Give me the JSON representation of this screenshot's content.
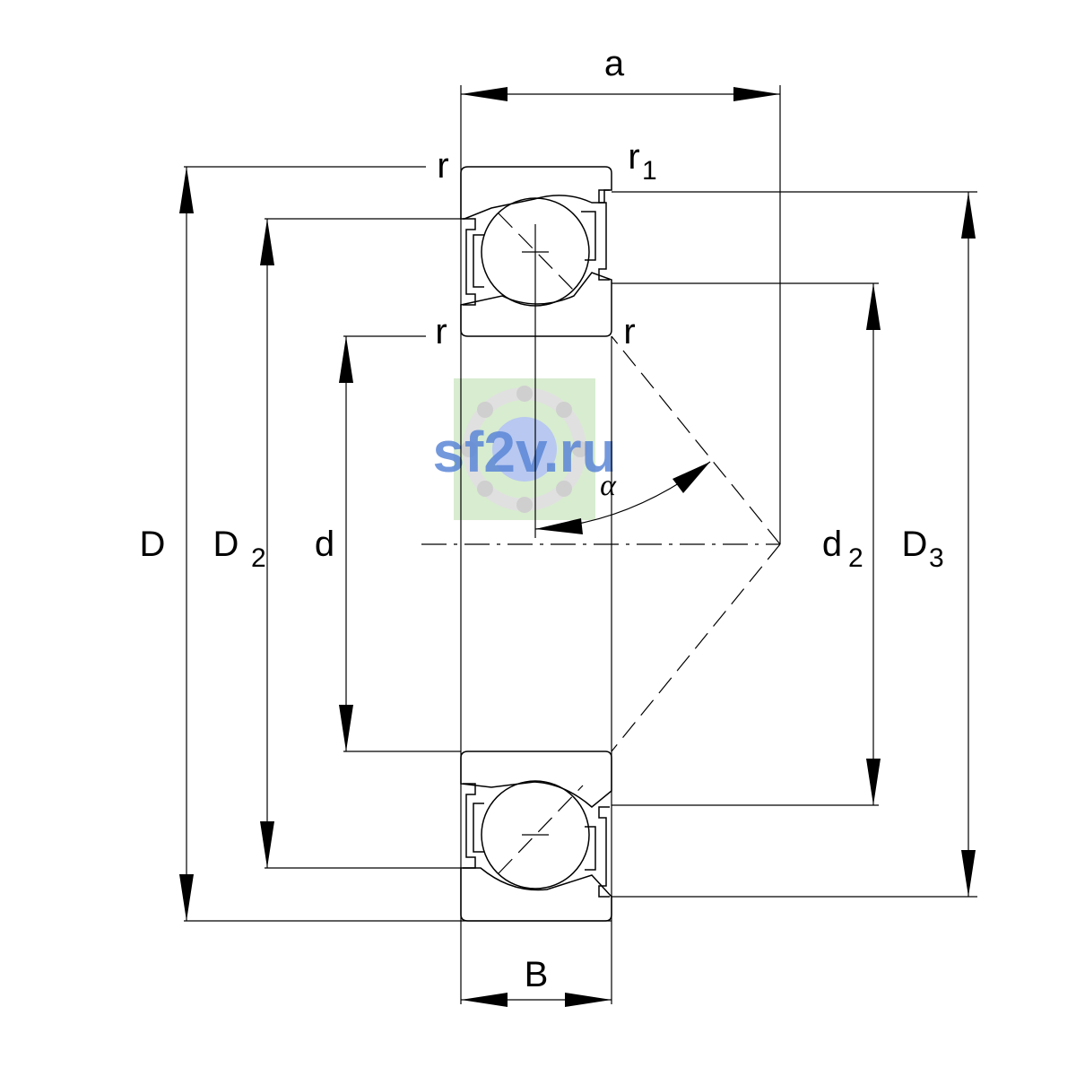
{
  "diagram": {
    "labels": {
      "a": "a",
      "B": "B",
      "D": "D",
      "D2_main": "D",
      "D2_sub": "2",
      "d": "d",
      "d2_main": "d",
      "d2_sub": "2",
      "D3_main": "D",
      "D3_sub": "3",
      "r_top_left": "r",
      "r1_main": "r",
      "r1_sub": "1",
      "r_mid_left": "r",
      "r_mid_right": "r",
      "alpha": "α"
    },
    "watermark": {
      "text": "sf2v.ru",
      "color": "#5b86d6",
      "logo_bg": "#d8ecd0"
    }
  }
}
